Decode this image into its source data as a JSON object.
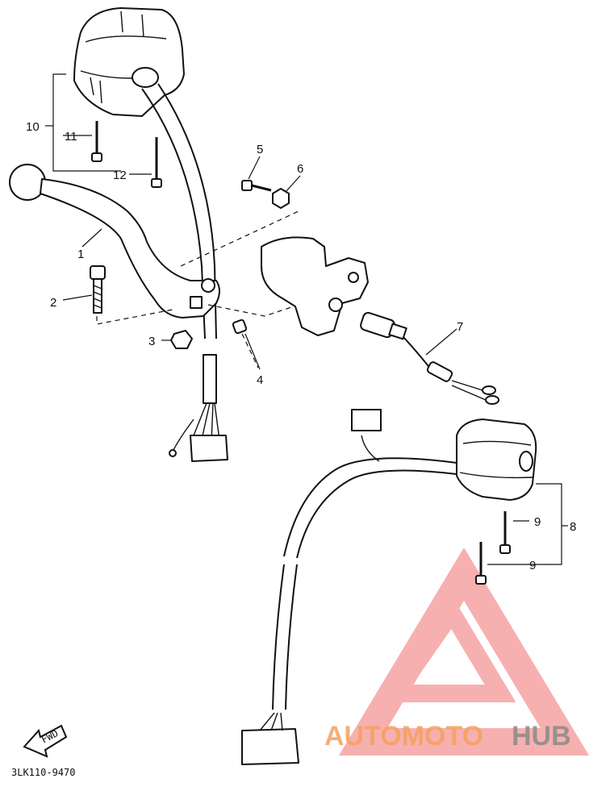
{
  "diagram_code": "3LK110-9470",
  "fwd_label": "FWD",
  "callouts": {
    "c1": "1",
    "c2": "2",
    "c3": "3",
    "c4": "4",
    "c5": "5",
    "c6": "6",
    "c7": "7",
    "c8": "8",
    "c9a": "9",
    "c9b": "9",
    "c10": "10",
    "c11": "11",
    "c12": "12"
  },
  "watermark": {
    "text_orange": "AUTOMOTO",
    "text_gray": "HUB",
    "color_orange": "#f5a060",
    "color_gray": "#8a8a8a",
    "color_logo": "#f0706e"
  }
}
